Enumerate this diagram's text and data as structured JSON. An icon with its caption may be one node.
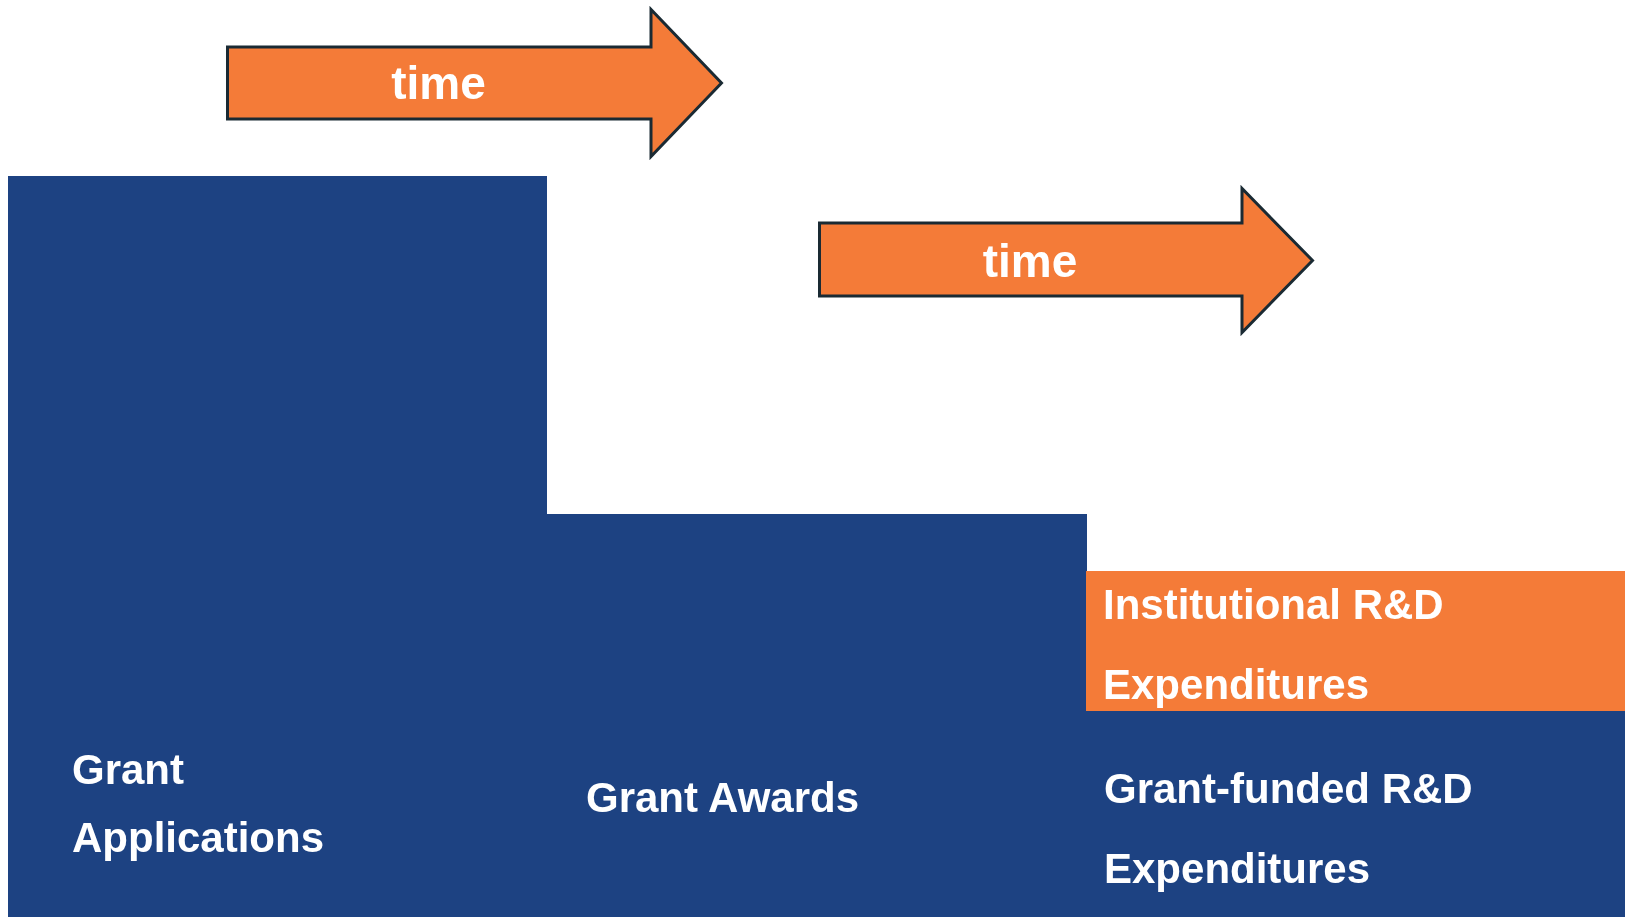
{
  "diagram": {
    "nodes": [
      {
        "text": [
          "Grant Applications"
        ]
      },
      {
        "text": [
          "Grant Awards"
        ]
      },
      {
        "text": [
          "Grant-funded R&D Expenditures"
        ]
      },
      {
        "text": [
          "Institutional R&D Expenditures"
        ]
      },
      {
        "text": [
          "time"
        ]
      },
      {
        "text": [
          "time"
        ]
      }
    ]
  }
}
